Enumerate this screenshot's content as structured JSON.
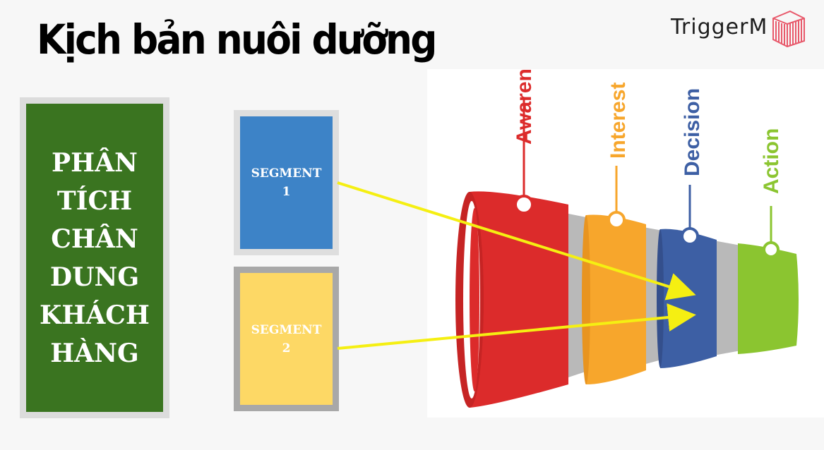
{
  "header": {
    "title": "Kịch bản nuôi dưỡng"
  },
  "logo": {
    "text": "TriggerM",
    "accent": "#e8596b"
  },
  "analysis": {
    "label": "PHÂN\nTÍCH\nCHÂN\nDUNG\nKHÁCH\nHÀNG",
    "color": "#3a7420"
  },
  "segments": [
    {
      "label": "SEGMENT\n1",
      "color": "#3d83c7"
    },
    {
      "label": "SEGMENT\n2",
      "color": "#fdd865"
    }
  ],
  "funnel": {
    "stages": [
      {
        "label": "Awaren",
        "color": "#dc2b2b"
      },
      {
        "label": "Interest",
        "color": "#f7a62c"
      },
      {
        "label": "Decision",
        "color": "#3d5fa4"
      },
      {
        "label": "Action",
        "color": "#8bc530"
      }
    ]
  },
  "arrow_color": "#f5ef12"
}
